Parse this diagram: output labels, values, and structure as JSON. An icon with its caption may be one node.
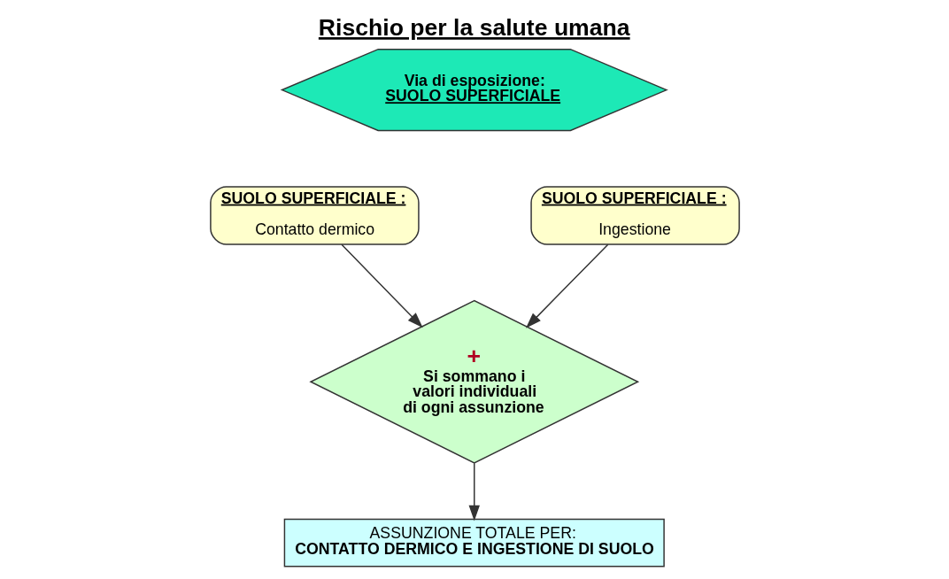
{
  "diagram": {
    "title": "Rischio per la salute umana",
    "nodes": [
      {
        "text": [
          "Via di esposizione:",
          "SUOLO SUPERFICIALE"
        ]
      },
      {
        "text": [
          "SUOLO SUPERFICIALE :",
          "Contatto dermico"
        ]
      },
      {
        "text": [
          "SUOLO SUPERFICIALE :",
          "Ingestione"
        ]
      },
      {
        "text": [
          "+",
          "Si sommano i valori individuali di ogni assunzione"
        ]
      },
      {
        "text": [
          "ASSUNZIONE TOTALE PER:",
          "CONTATTO DERMICO E INGESTIONE DI SUOLO"
        ]
      }
    ],
    "edges": [
      {
        "from": 1,
        "to": 3,
        "arrow": "to"
      },
      {
        "from": 2,
        "to": 3,
        "arrow": "to"
      },
      {
        "from": 3,
        "to": 4,
        "arrow": "to"
      }
    ]
  }
}
